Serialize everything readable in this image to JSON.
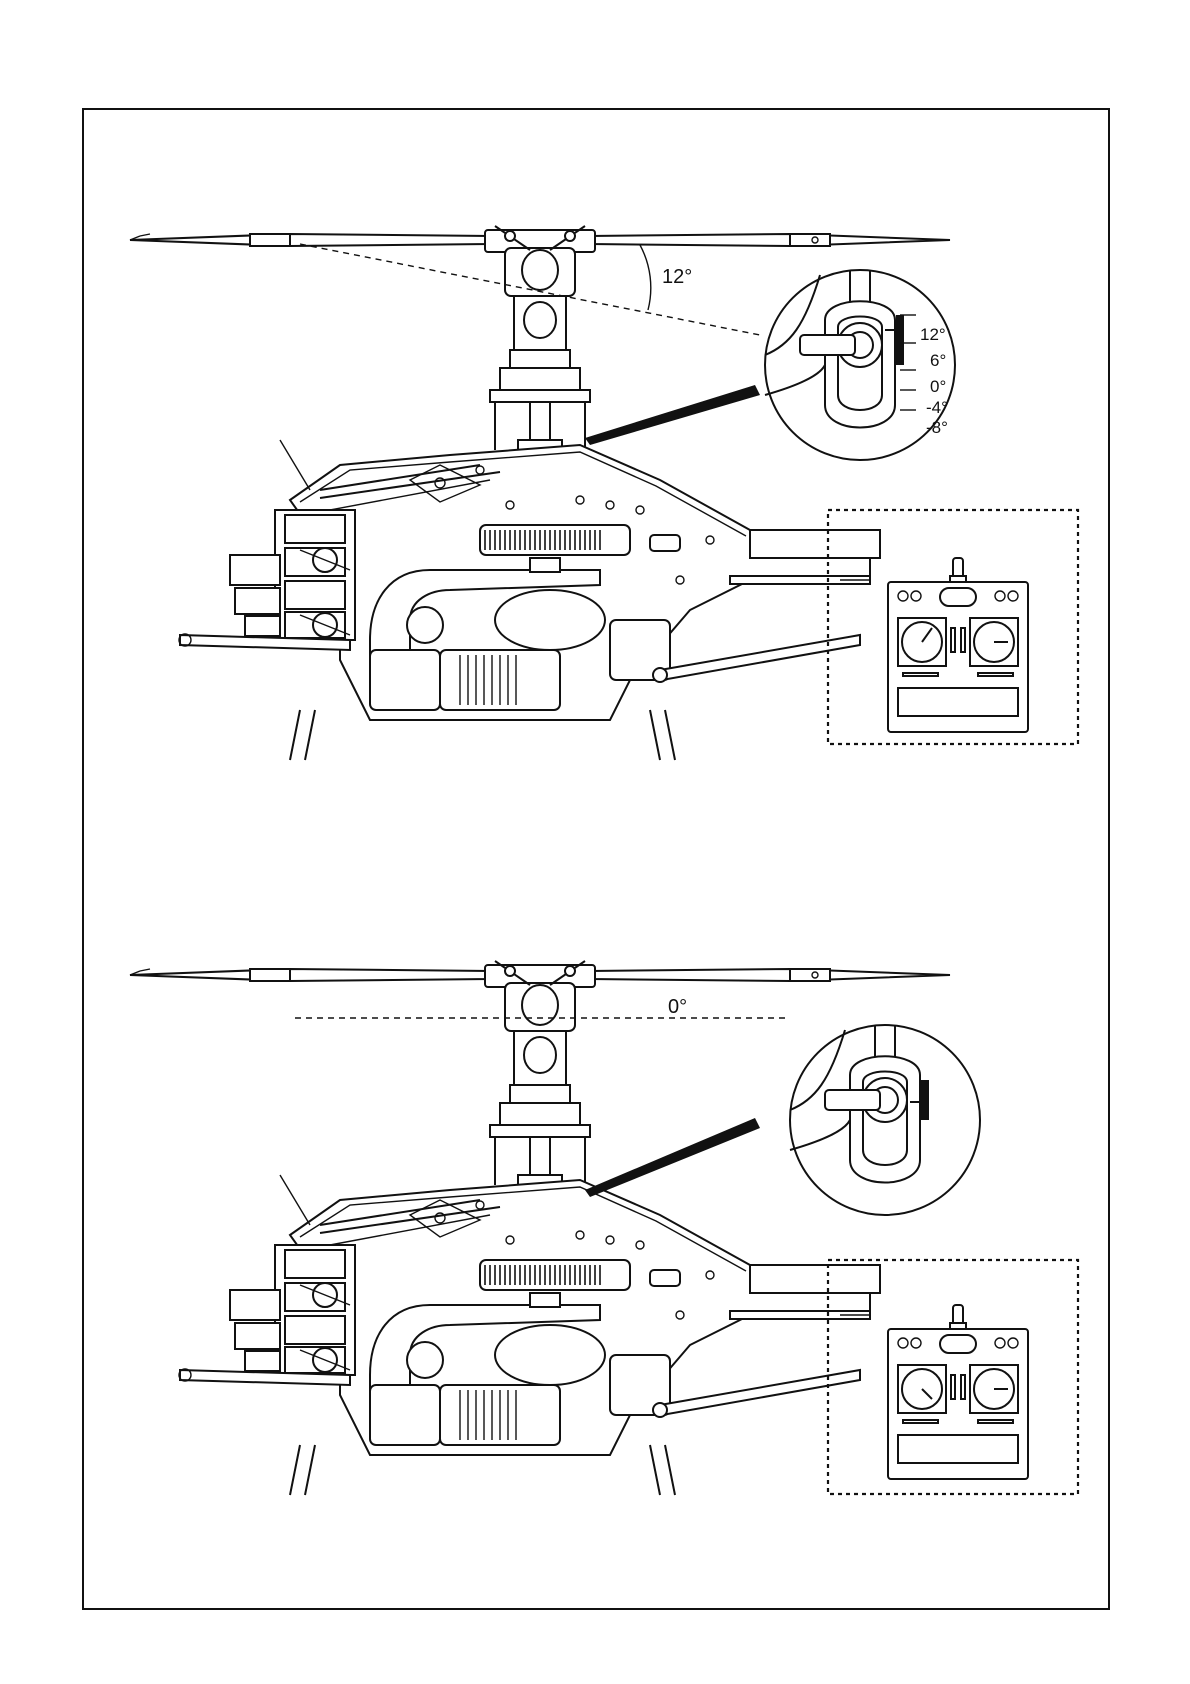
{
  "panels": [
    {
      "pitch_angle_label": "12°",
      "scale_marks": [
        "12°",
        "6°",
        "0°",
        "-4°",
        "-8°"
      ],
      "stick_position": "full-up"
    },
    {
      "pitch_angle_label": "0°",
      "scale_marks": [],
      "stick_position": "center"
    }
  ],
  "icons": [
    "helicopter-mechanics",
    "rotor-blade",
    "swashplate-pitch-gauge",
    "radio-transmitter",
    "control-stick"
  ]
}
